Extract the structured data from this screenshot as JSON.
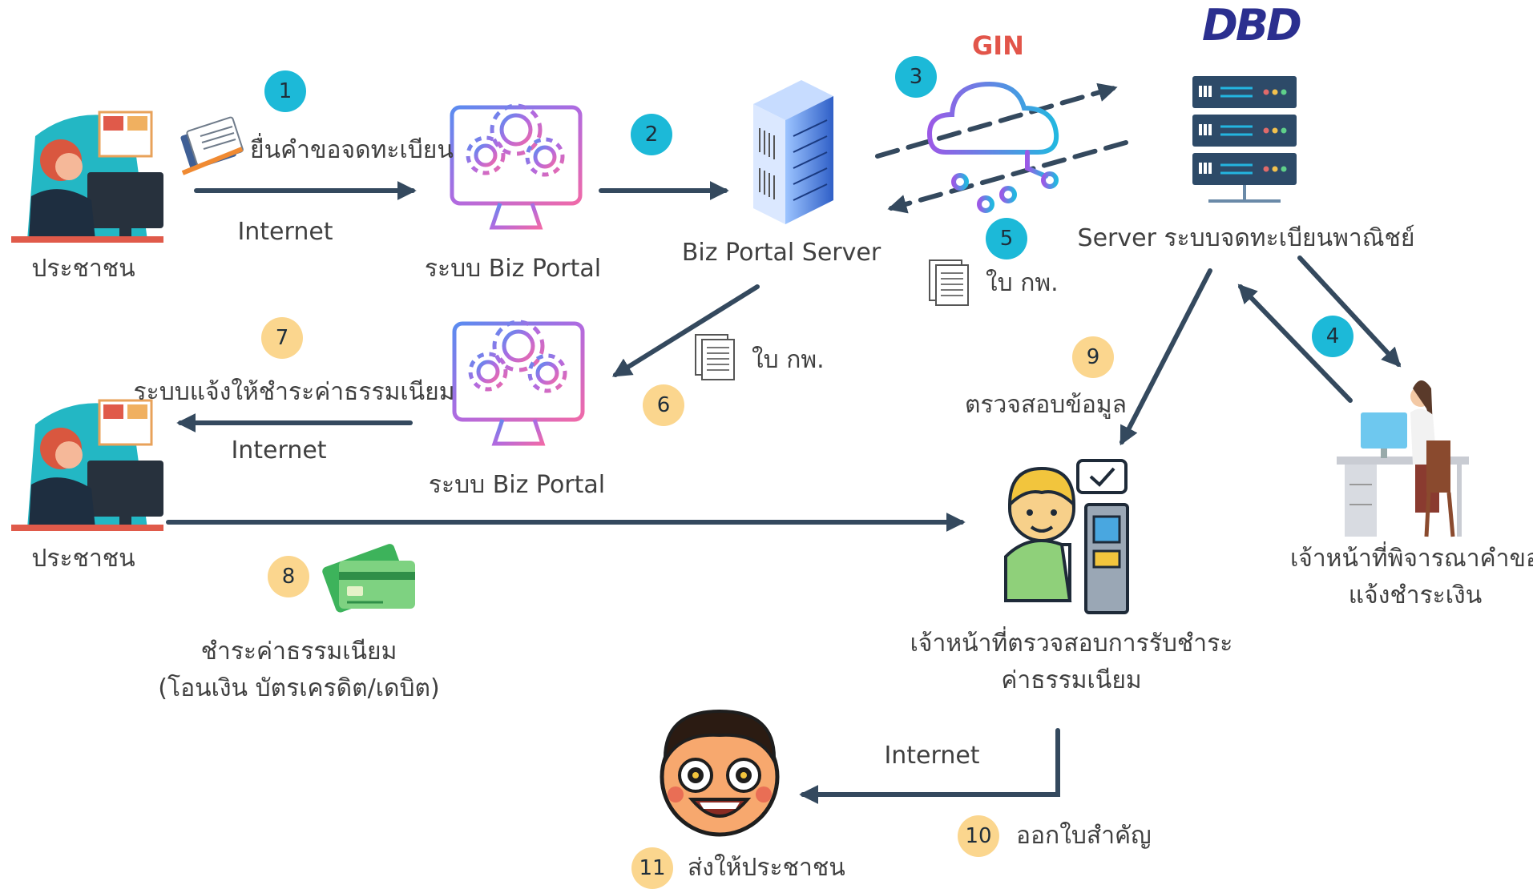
{
  "brand": {
    "logo_text": "DBD",
    "cloud_text": "GIN"
  },
  "colors": {
    "arrow": "#34495e",
    "badge_blue": "#1cb9d8",
    "badge_orange": "#fbd68e"
  },
  "labels": {
    "citizen_top": "ประชาชน",
    "submit_request": "ยื่นคำขอจดทะเบียน",
    "internet_1": "Internet",
    "biz_portal_top": "ระบบ Biz Portal",
    "biz_portal_server": "Biz Portal Server",
    "dbd_server": "Server ระบบจดทะเบียนพาณิชย์",
    "doc_5": "ใบ กพ.",
    "doc_6": "ใบ กพ.",
    "notify_payment": "ระบบแจ้งให้ชำระค่าธรรมเนียม",
    "internet_2": "Internet",
    "biz_portal_bottom": "ระบบ Biz Portal",
    "citizen_bottom": "ประชาชน",
    "verify_data": "ตรวจสอบข้อมูล",
    "officer_consider_1": "เจ้าหน้าที่พิจารณาคำขอ",
    "officer_consider_2": "แจ้งชำระเงิน",
    "pay_fee_1": "ชำระค่าธรรมเนียม",
    "pay_fee_2": "(โอนเงิน บัตรเครดิต/เดบิต)",
    "officer_check_1": "เจ้าหน้าที่ตรวจสอบการรับชำระ",
    "officer_check_2": "ค่าธรรมเนียม",
    "internet_3": "Internet",
    "issue_doc": "ออกใบสำคัญ",
    "send_citizen": "ส่งให้ประชาชน"
  },
  "steps": [
    "1",
    "2",
    "3",
    "4",
    "5",
    "6",
    "7",
    "8",
    "9",
    "10",
    "11"
  ],
  "icons": [
    "citizen-computer-icon",
    "document-icon",
    "monitor-gears-icon",
    "server-rack-icon",
    "cloud-network-icon",
    "server-stack-icon",
    "office-worker-icon",
    "officer-kiosk-icon",
    "credit-card-icon",
    "boy-face-icon"
  ]
}
